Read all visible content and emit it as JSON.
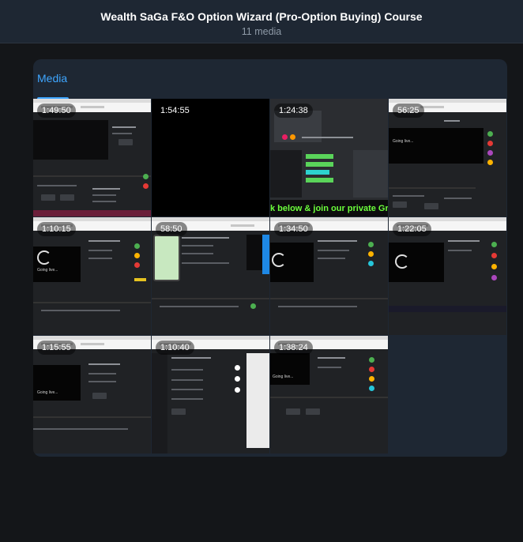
{
  "header": {
    "title": "Wealth SaGa F&O Option Wizard (Pro-Option Buying) Course",
    "subtitle": "11 media"
  },
  "tabs": {
    "media_label": "Media"
  },
  "media": [
    {
      "duration": "1:49:50"
    },
    {
      "duration": "1:54:55"
    },
    {
      "duration": "1:24:38",
      "overlay_text": "k below & join our private Group & ge"
    },
    {
      "duration": "56:25",
      "preview_text": "Going live..."
    },
    {
      "duration": "1:10:15",
      "preview_text": "Going live..."
    },
    {
      "duration": "58:50"
    },
    {
      "duration": "1:34:50"
    },
    {
      "duration": "1:22:05"
    },
    {
      "duration": "1:15:55",
      "preview_text": "Going live..."
    },
    {
      "duration": "1:10:40"
    },
    {
      "duration": "1:38:24",
      "preview_text": "Going live..."
    }
  ],
  "colors": {
    "accent": "#3ea6ff",
    "background": "#141619",
    "panel": "#1e2733"
  }
}
